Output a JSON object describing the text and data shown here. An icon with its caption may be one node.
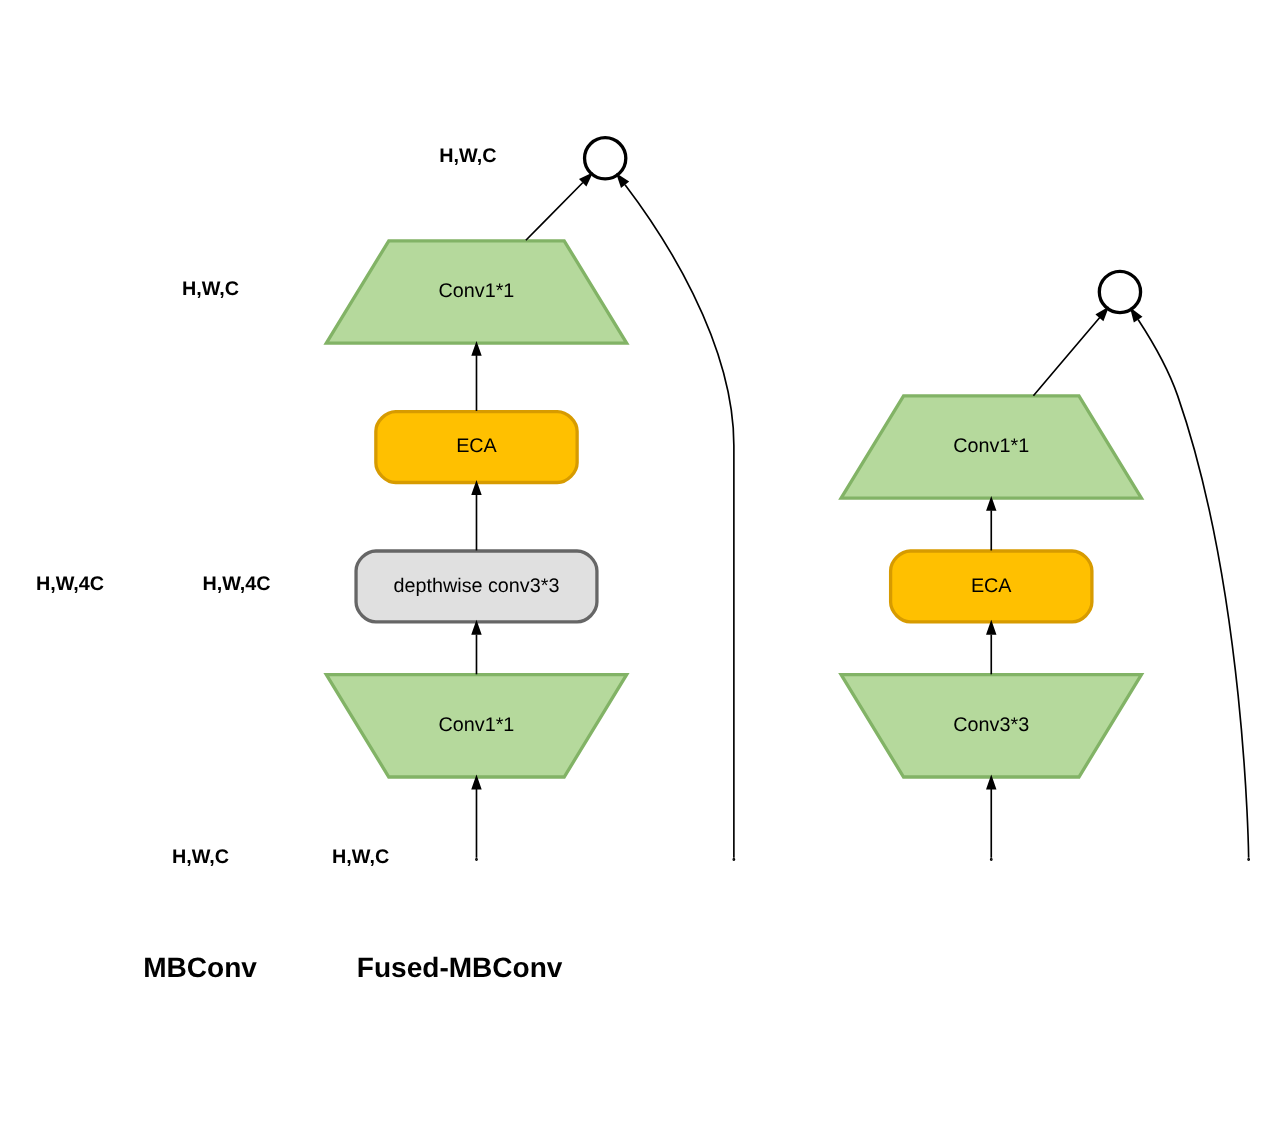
{
  "diagram": {
    "nodes": [
      {
        "text": [],
        "shape": "circle"
      },
      {
        "text": [
          "Conv1*1"
        ]
      },
      {
        "text": [
          "ECA"
        ]
      },
      {
        "text": [
          "depthwise conv3*3"
        ]
      },
      {
        "text": [
          "Conv1*1"
        ]
      },
      {
        "text": [],
        "shape": "circle"
      },
      {
        "text": [
          "Conv1*1"
        ]
      },
      {
        "text": [
          "ECA"
        ]
      },
      {
        "text": [
          "Conv3*3"
        ]
      }
    ],
    "edges": [
      {
        "from": null,
        "to": 4,
        "arrow": "to"
      },
      {
        "from": null,
        "to": 0,
        "arrow": "to"
      },
      {
        "from": 4,
        "to": 3,
        "arrow": "to"
      },
      {
        "from": 3,
        "to": 2,
        "arrow": "to"
      },
      {
        "from": 2,
        "to": 1,
        "arrow": "to"
      },
      {
        "from": 1,
        "to": 0,
        "arrow": "to"
      },
      {
        "from": null,
        "to": 8,
        "arrow": "to"
      },
      {
        "from": null,
        "to": 5,
        "arrow": "to"
      },
      {
        "from": 8,
        "to": 7,
        "arrow": "to"
      },
      {
        "from": 7,
        "to": 6,
        "arrow": "to"
      },
      {
        "from": 6,
        "to": 5,
        "arrow": "to"
      }
    ],
    "labels": [
      "H,W,C",
      "H,W,C",
      "H,W,4C",
      "H,W,4C",
      "H,W,C",
      "H,W,C",
      "MBConv",
      "Fused-MBConv"
    ]
  }
}
